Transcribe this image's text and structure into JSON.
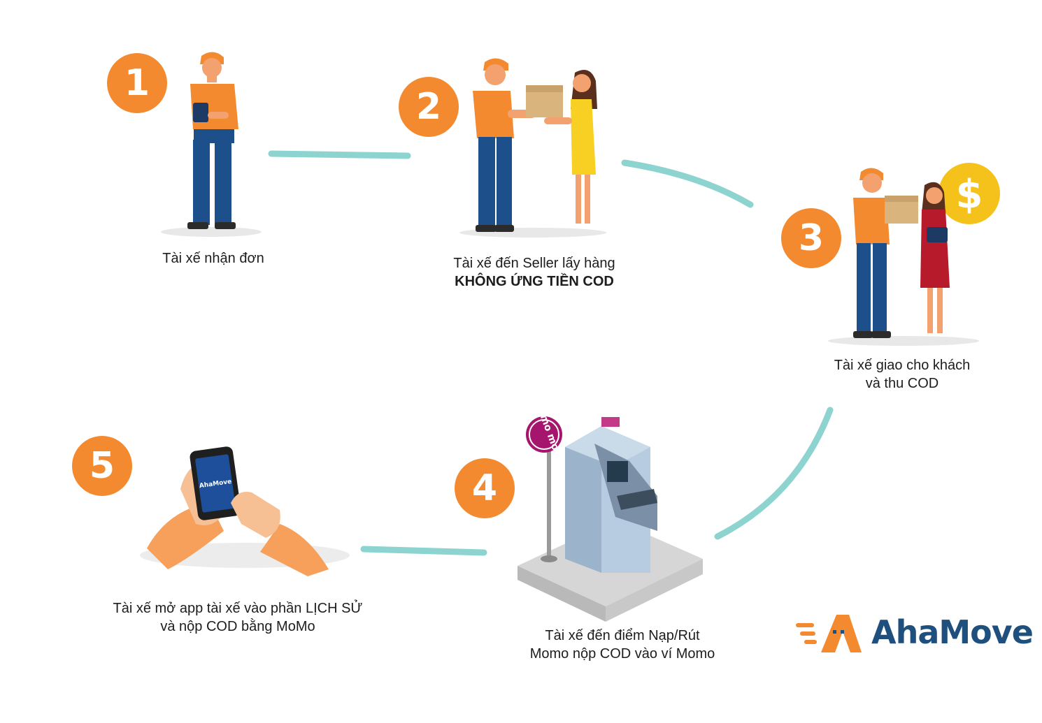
{
  "steps": [
    {
      "number": "1",
      "caption": [
        "Tài xế nhận đơn"
      ],
      "bold": []
    },
    {
      "number": "2",
      "caption": [
        "Tài xế đến Seller lấy hàng"
      ],
      "bold": [
        "KHÔNG ỨNG TIỀN COD"
      ]
    },
    {
      "number": "3",
      "caption": [
        "Tài xế giao cho khách",
        "và thu COD"
      ],
      "bold": []
    },
    {
      "number": "4",
      "caption": [
        "Tài xế đến điểm Nạp/Rút",
        "Momo nộp COD vào ví Momo"
      ],
      "bold": []
    },
    {
      "number": "5",
      "caption": [
        "Tài xế mở app tài xế vào phần LỊCH SỬ",
        "và nộp COD bằng MoMo"
      ],
      "bold": []
    }
  ],
  "dollar_badge": "$",
  "atm_sign": "mo mo",
  "phone_app": "AhaMove",
  "brand": {
    "name": "AhaMove"
  },
  "colors": {
    "accent": "#f38a2f",
    "connector": "#8dd3cf",
    "brand": "#1e4f7d",
    "momo": "#a5156d",
    "gold": "#f5c21b"
  },
  "icons": [
    "driver-figure",
    "handover-figure",
    "delivery-figure",
    "momo-atm",
    "phone-hands",
    "dollar-coin",
    "ahamove-logo"
  ]
}
